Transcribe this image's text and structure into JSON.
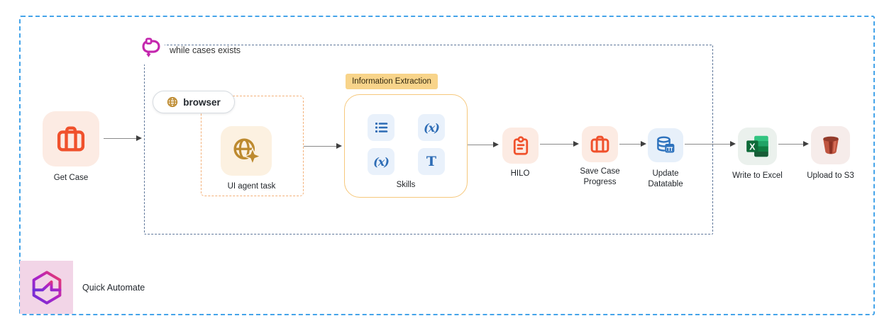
{
  "loop": {
    "label": "while cases exists",
    "icon": "loop-icon"
  },
  "browser_tag": {
    "label": "browser",
    "icon": "globe-icon"
  },
  "group": {
    "label": "Information Extraction"
  },
  "skills": {
    "label": "Skills",
    "tiles": [
      {
        "icon": "list-icon"
      },
      {
        "icon": "variable-icon",
        "glyph": "(x)"
      },
      {
        "icon": "variable-icon",
        "glyph": "(x)"
      },
      {
        "icon": "text-icon",
        "glyph": "T"
      }
    ]
  },
  "nodes": [
    {
      "id": "get-case",
      "label": "Get Case",
      "icon": "briefcase-icon"
    },
    {
      "id": "ui-agent-task",
      "label": "UI agent task",
      "icon": "globe-sparkle-icon"
    },
    {
      "id": "hilo",
      "label": "HILO",
      "icon": "clipboard-icon"
    },
    {
      "id": "save-case-progress",
      "label": "Save Case Progress",
      "icon": "briefcase-icon"
    },
    {
      "id": "update-datatable",
      "label": "Update Datatable",
      "icon": "database-table-icon"
    },
    {
      "id": "write-to-excel",
      "label": "Write to Excel",
      "icon": "excel-icon"
    },
    {
      "id": "upload-to-s3",
      "label": "Upload to S3",
      "icon": "s3-bucket-icon"
    }
  ],
  "branding": {
    "name": "Quick Automate"
  },
  "colors": {
    "outer_border": "#45a4e9",
    "loop_border": "#60789b",
    "agent_group_border": "#f3b078",
    "orange_accent": "#f0512c",
    "amber_accent": "#bd8a2f",
    "blue_accent": "#2d6cb5",
    "magenta_accent": "#c427ae",
    "group_tag_bg": "#f8d48a",
    "skills_border": "#f6c87c",
    "node_orange_bg": "#fcebe3",
    "node_amber_bg": "#fcf1e1",
    "node_blue_bg": "#e7f0fa",
    "node_green_bg": "#ebf1ed",
    "node_red_bg": "#f6ecea",
    "tile_bg": "#e9f1fb",
    "brand_bg": "#f2d5e7"
  }
}
